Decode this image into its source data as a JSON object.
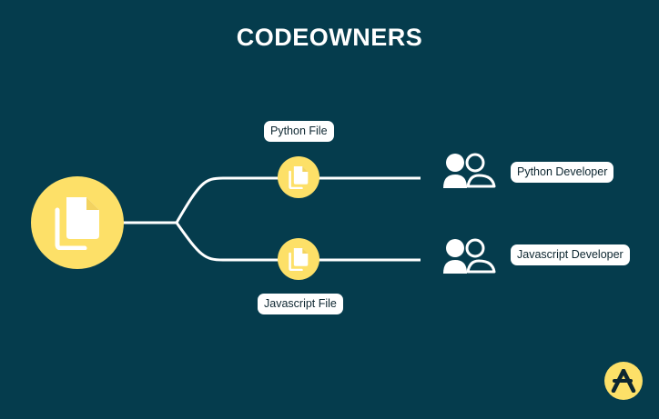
{
  "title": "CODEOWNERS",
  "labels": {
    "python_file": "Python File",
    "javascript_file": "Javascript File",
    "python_developer": "Python Developer",
    "javascript_developer": "Javascript Developer"
  },
  "icons": {
    "root": "files-icon",
    "python_file": "files-icon",
    "javascript_file": "files-icon",
    "python_owner": "users-icon",
    "javascript_owner": "users-icon",
    "brand": "logo-icon"
  },
  "colors": {
    "background": "#053c4d",
    "accent": "#fde068",
    "line": "#ffffff",
    "label_background": "#ffffff",
    "label_text": "#0d2630"
  }
}
